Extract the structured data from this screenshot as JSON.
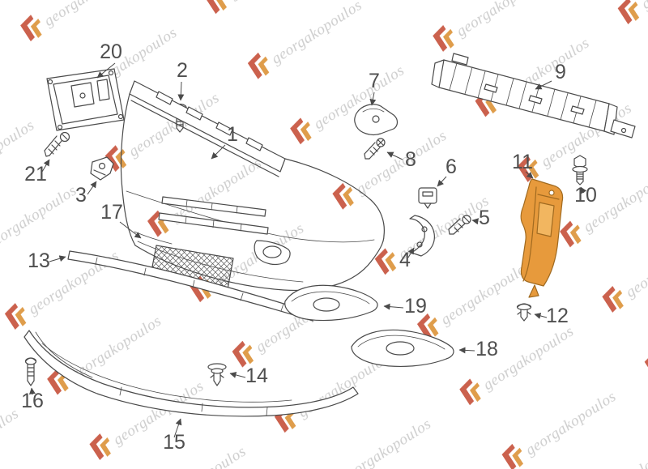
{
  "page": {
    "background": "#ffffff"
  },
  "watermark": {
    "text": "georgakopoulos",
    "text_color": "#c4c4c4",
    "logo_primary_color": "#c2452e",
    "logo_secondary_color": "#da8c2b"
  },
  "diagram": {
    "line_color": "#4a4a4a",
    "highlight_color": "#e79a3c",
    "highlight_stroke": "#a06a20",
    "highlighted_part": "11"
  },
  "parts": [
    {
      "label": "1"
    },
    {
      "label": "2"
    },
    {
      "label": "3"
    },
    {
      "label": "4"
    },
    {
      "label": "5"
    },
    {
      "label": "6"
    },
    {
      "label": "7"
    },
    {
      "label": "8"
    },
    {
      "label": "9"
    },
    {
      "label": "10"
    },
    {
      "label": "11"
    },
    {
      "label": "12"
    },
    {
      "label": "13"
    },
    {
      "label": "14"
    },
    {
      "label": "15"
    },
    {
      "label": "16"
    },
    {
      "label": "17"
    },
    {
      "label": "18"
    },
    {
      "label": "19"
    },
    {
      "label": "20"
    },
    {
      "label": "21"
    }
  ]
}
